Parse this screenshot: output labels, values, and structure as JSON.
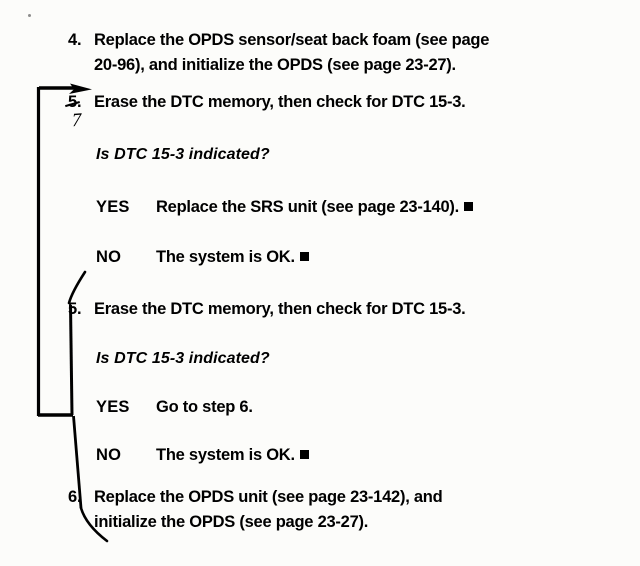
{
  "document": {
    "type": "service-manual-troubleshooting",
    "background_color": "#fcfcfa",
    "ink_color": "#000000"
  },
  "steps": [
    {
      "number": "4.",
      "number_corrected": false,
      "text": "Replace the OPDS sensor/seat back foam (see page\n20-96), and initialize the OPDS (see page 23-27)."
    },
    {
      "number": "5.",
      "number_corrected": true,
      "handwritten_number": "7",
      "text": "Erase the DTC memory, then check for DTC 15-3."
    },
    {
      "number": "5.",
      "number_corrected": false,
      "text": "Erase the DTC memory, then check for DTC 15-3."
    },
    {
      "number": "6.",
      "number_corrected": false,
      "text": "Replace the OPDS unit (see page 23-142), and\ninitialize the OPDS (see page 23-27)."
    }
  ],
  "blocks": [
    {
      "question": "Is DTC 15-3 indicated?",
      "yes": {
        "label": "YES",
        "text": "Replace the SRS unit (see page 23-140).",
        "terminator": true
      },
      "no": {
        "label": "NO",
        "text": "The system is OK.",
        "terminator": true
      }
    },
    {
      "question": "Is DTC 15-3 indicated?",
      "yes": {
        "label": "YES",
        "text": "Go to step 6.",
        "terminator": false
      },
      "no": {
        "label": "NO",
        "text": "The system is OK.",
        "terminator": true
      }
    }
  ],
  "annotations": {
    "flow_line_label": "hand-drawn-flow-line",
    "arrow_label": "flow-arrow-to-step-7",
    "bracket_label": "flow-bracket",
    "strike_label": "struck-out-step-number"
  }
}
